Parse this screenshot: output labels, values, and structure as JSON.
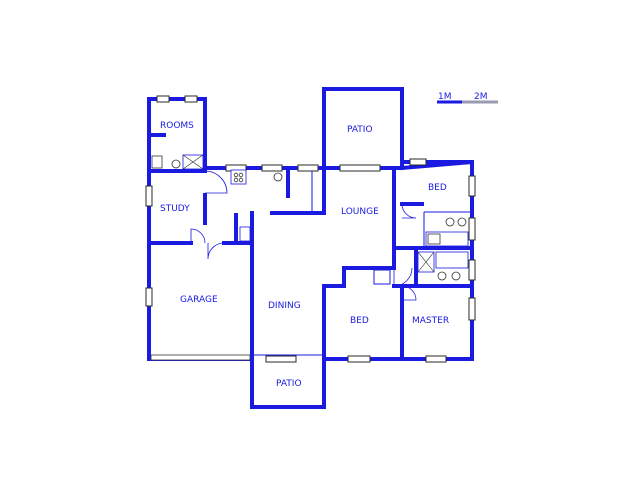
{
  "rooms": {
    "rooms": "ROOMS",
    "study": "STUDY",
    "garage": "GARAGE",
    "patio_top": "PATIO",
    "lounge": "LOUNGE",
    "bed_top": "BED",
    "dining": "DINING",
    "bed_bottom": "BED",
    "master": "MASTER",
    "patio_bottom": "PATIO"
  },
  "scale": {
    "first": "1M",
    "second": "2M"
  },
  "colors": {
    "wall": "#1a1ae0",
    "label": "#1a1ae0",
    "background": "#ffffff"
  }
}
